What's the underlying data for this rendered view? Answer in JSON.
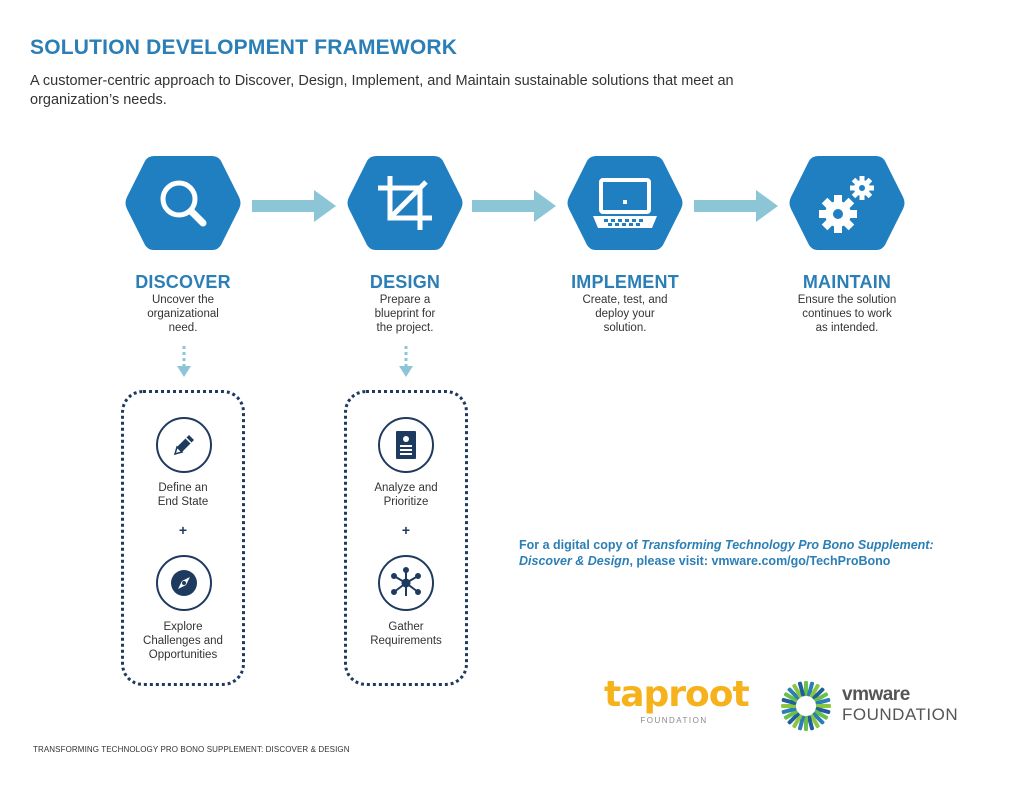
{
  "header": {
    "title": "SOLUTION DEVELOPMENT FRAMEWORK",
    "subtitle": "A customer-centric approach to Discover, Design, Implement, and Maintain sustainable solutions that meet an organization’s needs."
  },
  "colors": {
    "accent": "#2b7fb6",
    "hex_fill": "#1f7fc1",
    "arrow": "#8cc5d6",
    "dark": "#1f3a5f",
    "taproot": "#f6b21b"
  },
  "steps": [
    {
      "title": "DISCOVER",
      "desc": [
        "Uncover the",
        "organizational",
        "need."
      ],
      "icon": "magnifier-icon"
    },
    {
      "title": "DESIGN",
      "desc": [
        "Prepare a",
        "blueprint for",
        "the project."
      ],
      "icon": "crop-icon"
    },
    {
      "title": "IMPLEMENT",
      "desc": [
        "Create, test, and",
        "deploy your",
        "solution."
      ],
      "icon": "laptop-icon"
    },
    {
      "title": "MAINTAIN",
      "desc": [
        "Ensure the solution",
        "continues to work",
        "as intended."
      ],
      "icon": "gears-icon"
    }
  ],
  "discover_box": {
    "plus": "+",
    "items": [
      {
        "label": [
          "Define an",
          "End State"
        ],
        "icon": "pencil-icon"
      },
      {
        "label": [
          "Explore",
          "Challenges and",
          "Opportunities"
        ],
        "icon": "compass-icon"
      }
    ]
  },
  "design_box": {
    "plus": "+",
    "items": [
      {
        "label": [
          "Analyze and",
          "Prioritize"
        ],
        "icon": "document-icon"
      },
      {
        "label": [
          "Gather",
          "Requirements"
        ],
        "icon": "network-icon"
      }
    ]
  },
  "digital_copy": {
    "prefix": "For a digital copy of ",
    "italic": "Transforming Technology Pro Bono Supplement: Discover & Design",
    "suffix": ", please visit: vmware.com/go/TechProBono"
  },
  "logos": {
    "taproot": "taproot",
    "taproot_sub": "FOUNDATION",
    "vmware": "vmware",
    "vmware_sub": "FOUNDATION"
  },
  "footer": "TRANSFORMING TECHNOLOGY PRO BONO SUPPLEMENT: DISCOVER & DESIGN"
}
